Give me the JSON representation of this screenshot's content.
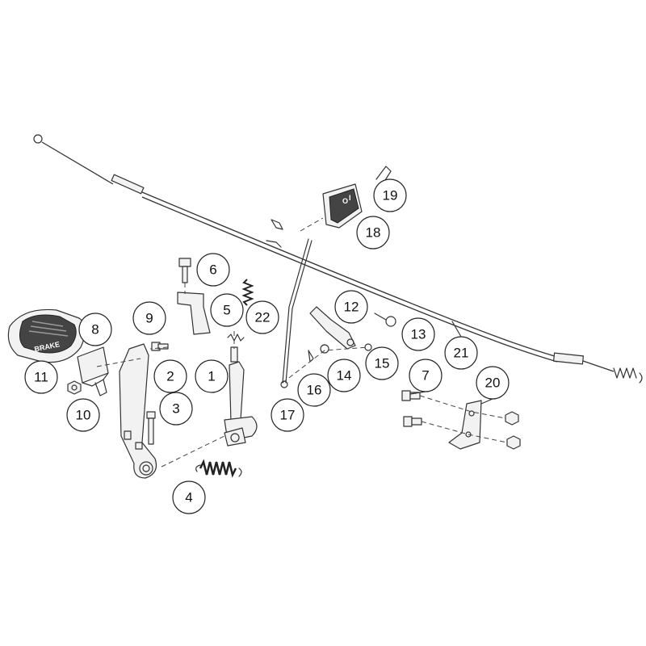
{
  "callouts": [
    "1",
    "2",
    "3",
    "4",
    "5",
    "6",
    "7",
    "8",
    "9",
    "10",
    "11",
    "12",
    "13",
    "14",
    "15",
    "16",
    "17",
    "18",
    "19",
    "20",
    "21",
    "22"
  ],
  "brake_pad_label": "BRAKE",
  "latch_labels": [
    "O",
    "I"
  ],
  "colors": {
    "stroke": "#333333",
    "background": "#ffffff",
    "pad": "#444444"
  }
}
